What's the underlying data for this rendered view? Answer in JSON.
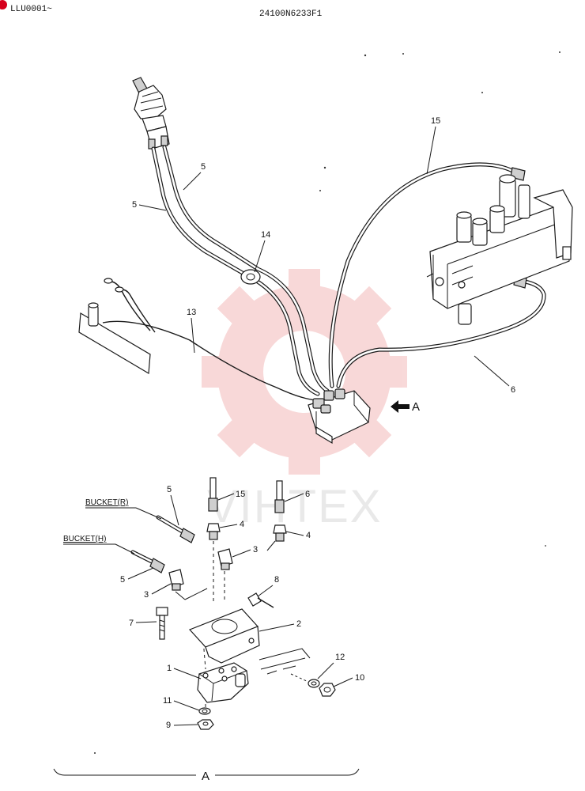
{
  "header": {
    "corner_code": "LLU0001~",
    "drawing_number": "24100N6233F1"
  },
  "watermark": {
    "text": "VIHTEX",
    "color": "#f3b9b9"
  },
  "callouts": {
    "c15_top": "15",
    "c5_a": "5",
    "c5_b": "5",
    "c14": "14",
    "c13": "13",
    "c6_right": "6",
    "view_arrow": "A",
    "c5_detail_r": "5",
    "c15_detail": "15",
    "c6_detail": "6",
    "c4_left": "4",
    "c4_right": "4",
    "c3_right": "3",
    "c3_left": "3",
    "c5_detail_h": "5",
    "c8": "8",
    "c7": "7",
    "c2": "2",
    "c1": "1",
    "c12": "12",
    "c10": "10",
    "c11": "11",
    "c9": "9",
    "view_label": "A"
  },
  "labels": {
    "bucket_r": "BUCKET(R)",
    "bucket_h": "BUCKET(H)"
  }
}
